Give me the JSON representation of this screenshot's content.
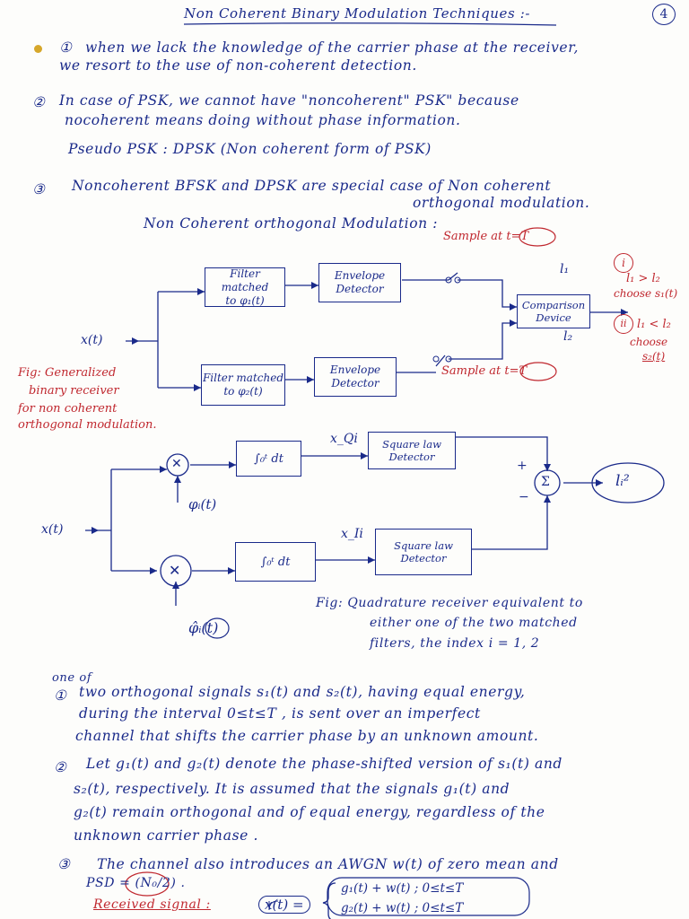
{
  "title": "Non Coherent Binary Modulation Techniques :-",
  "page_number": "4",
  "para1": {
    "num": "①",
    "line1": "when we lack the knowledge of the carrier phase at the receiver,",
    "line2": "we resort to the use of non-coherent detection."
  },
  "para2": {
    "num": "②",
    "line1": "In case of PSK, we cannot have \"noncoherent\" PSK\" because",
    "line2": "nocoherent means doing without phase information.",
    "pseudo": "Pseudo PSK : DPSK (Non coherent form of PSK)"
  },
  "para3": {
    "num": "③",
    "line1": "Noncoherent BFSK and DPSK are special case of Non coherent",
    "line2": "orthogonal modulation."
  },
  "section_heading": "Non Coherent orthogonal Modulation :",
  "diagram1": {
    "input": "x(t)",
    "filter1": [
      "Filter matched",
      "to φ₁(t)"
    ],
    "filter2": [
      "Filter matched",
      "to φ₂(t)"
    ],
    "env1": [
      "Envelope",
      "Detector"
    ],
    "env2": [
      "Envelope",
      "Detector"
    ],
    "sample_top": "Sample at t=T",
    "sample_bottom": "Sample at t=T",
    "l1": "l₁",
    "l2": "l₂",
    "comparison": [
      "Comparison",
      "Device"
    ],
    "rule1_num": "i",
    "rule1": [
      "l₁ > l₂",
      "choose s₁(t)"
    ],
    "rule2_num": "ii",
    "rule2": [
      "l₁ < l₂",
      "choose",
      "s₂(t)"
    ],
    "caption": [
      "Fig: Generalized",
      "binary receiver",
      "for non coherent",
      "orthogonal modulation."
    ]
  },
  "diagram2": {
    "input": "x(t)",
    "mult": "✕",
    "integral": "∫₀ᵗ dt",
    "phi_top": "φᵢ(t)",
    "phi_bottom": "φ̂ᵢ(t)",
    "xq": "x_Qi",
    "xi": "x_Ii",
    "sq1": [
      "Square law",
      "Detector"
    ],
    "sq2": [
      "Square law",
      "Detector"
    ],
    "plus": "+",
    "minus": "−",
    "sigma": "Σ",
    "output": "lᵢ²",
    "caption": [
      "Fig: Quadrature receiver equivalent to",
      "either one of the two matched",
      "filters, the index i = 1, 2"
    ]
  },
  "notes": {
    "one_of": "one of",
    "n1": {
      "num": "①",
      "line1": "two orthogonal signals s₁(t) and s₂(t), having equal energy,",
      "line2": "during the interval 0≤t≤T , is sent over an imperfect",
      "line3": "channel that shifts the carrier phase by an unknown amount."
    },
    "n2": {
      "num": "②",
      "line1": "Let g₁(t) and g₂(t) denote the phase-shifted version of s₁(t) and",
      "line2": "s₂(t), respectively. It is assumed that the signals g₁(t) and",
      "line3": "g₂(t) remain orthogonal and of equal energy, regardless of the",
      "line4": "unknown carrier phase ."
    },
    "n3": {
      "num": "③",
      "line1": "The channel also introduces an AWGN w(t) of zero mean and",
      "psd": "PSD = (N₀/2) .",
      "received_label": "Received signal :",
      "xt": "x(t) =",
      "case1": "g₁(t) + w(t)   ; 0≤t≤T",
      "case2": "g₂(t) + w(t)   ; 0≤t≤T"
    }
  },
  "colors": {
    "ink": "#1a2a8a",
    "red": "#c0282f",
    "bullet": "#d6a72a"
  }
}
